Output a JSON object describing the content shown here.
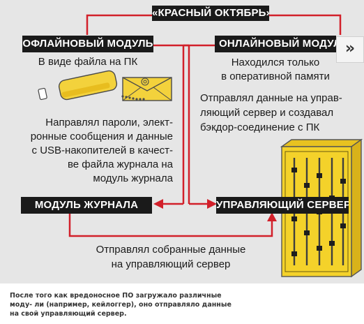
{
  "diagram": {
    "title": "«КРАСНЫЙ ОКТЯБРЬ»",
    "offline_module": {
      "label": "ОФЛАЙНОВЫЙ МОДУЛЬ",
      "description": "В виде файла на ПК"
    },
    "online_module": {
      "label": "ОНЛАЙНОВЫЙ МОДУЛ",
      "description_lines": [
        "Находился только",
        "в оперативной памяти"
      ]
    },
    "offline_action_lines": [
      "Направлял пароли, элект-",
      "ронные сообщения и данные",
      "с USB-накопителей в качест-",
      "ве файла журнала на",
      "модуль журнала"
    ],
    "online_action_lines": [
      "Отправлял данные на управ-",
      "ляющий сервер и создавал",
      "бэкдор-соединение с ПК"
    ],
    "log_module": {
      "label": "МОДУЛЬ ЖУРНАЛА"
    },
    "control_server": {
      "label": "УПРАВЛЯЮЩИЙ СЕРВЕР"
    },
    "bottom_flow_lines": [
      "Отправлял собранные данные",
      "на управляющий сервер"
    ],
    "colors": {
      "arrow_red": "#d2202a",
      "label_black": "#1a1a1a",
      "panel_gray": "#e6e6e6",
      "envelope_yellow": "#f3d23c",
      "server_yellow": "#f4d22a"
    }
  },
  "navigation": {
    "next_icon": "double-chevron-right-icon",
    "next_glyph": "»"
  },
  "caption_lines": [
    "После того как вредоносное ПО загружало различные",
    "моду- ли (например, кейлоггер), оно отправляло данные",
    "на свой управляющий сервер."
  ]
}
